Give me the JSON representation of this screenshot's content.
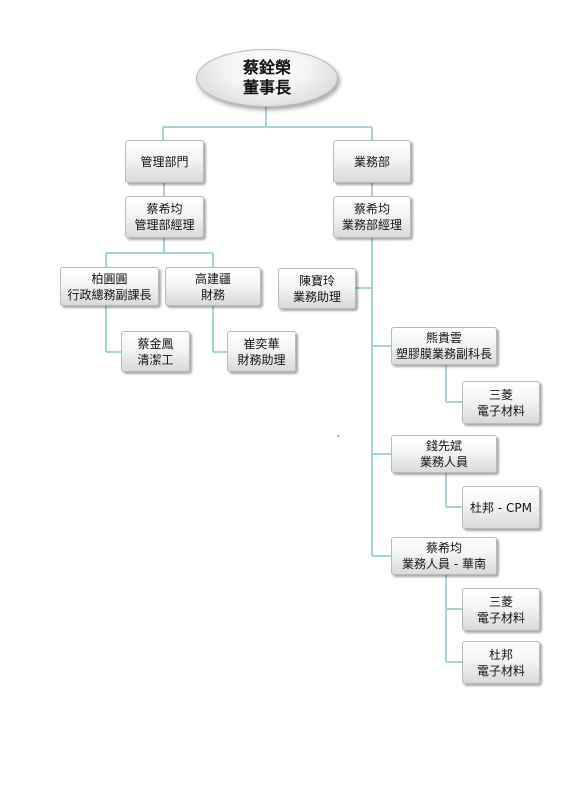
{
  "root": {
    "line1": "蔡銓榮",
    "line2": "董事長"
  },
  "admin": {
    "dept": "管理部門",
    "manager": {
      "line1": "蔡希均",
      "line2": "管理部經理"
    },
    "staff": [
      {
        "line1": "柏圓圓",
        "line2": "行政總務副課長"
      },
      {
        "line1": "高建疆",
        "line2": "財務"
      },
      {
        "line1": "蔡金鳳",
        "line2": "清潔工"
      },
      {
        "line1": "崔奕華",
        "line2": "財務助理"
      }
    ]
  },
  "sales": {
    "dept": "業務部",
    "manager": {
      "line1": "蔡希均",
      "line2": "業務部經理"
    },
    "assistant": {
      "line1": "陳寶玲",
      "line2": "業務助理"
    },
    "members": [
      {
        "line1": "熊貴雲",
        "line2": "塑膠膜業務副科長",
        "accounts": [
          {
            "line1": "三菱",
            "line2": "電子材料"
          }
        ]
      },
      {
        "line1": "錢先斌",
        "line2": "業務人員",
        "accounts": [
          {
            "line1": "杜邦 - CPM",
            "line2": ""
          }
        ]
      },
      {
        "line1": "蔡希均",
        "line2": "業務人員 - 華南",
        "accounts": [
          {
            "line1": "三菱",
            "line2": "電子材料"
          },
          {
            "line1": "杜邦",
            "line2": "電子材料"
          }
        ]
      }
    ]
  },
  "colors": {
    "connector": "#a8d4d7",
    "box_border": "#b9b9b9"
  }
}
